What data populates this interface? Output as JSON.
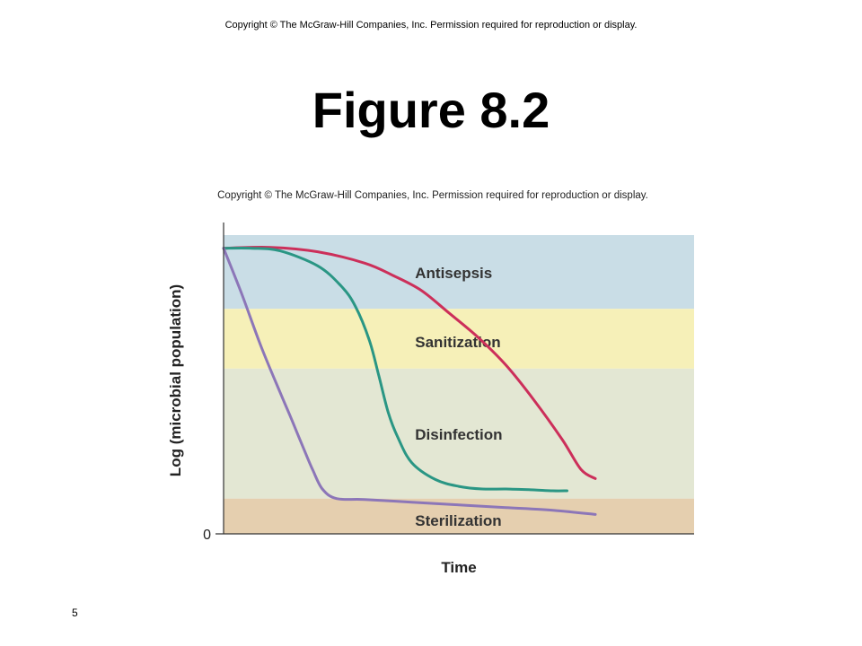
{
  "slide": {
    "copyright_top": "Copyright © The McGraw-Hill Companies, Inc. Permission required for reproduction or display.",
    "title": "Figure 8.2",
    "page_number": "5"
  },
  "chart_data": {
    "type": "line",
    "copyright": "Copyright © The McGraw-Hill Companies, Inc. Permission required for reproduction or display.",
    "xlabel": "Time",
    "ylabel": "Log (microbial population)",
    "xlim": [
      0,
      100
    ],
    "ylim": [
      0,
      100
    ],
    "y_ticks": [
      {
        "value": 0,
        "label": "0"
      }
    ],
    "grid": false,
    "legend": "none",
    "bands": [
      {
        "name": "Antisepsis",
        "y_range": [
          75.3,
          100
        ],
        "color": "#c9dde6",
        "label_x": 40.7
      },
      {
        "name": "Sanitization",
        "y_range": [
          55.3,
          75.3
        ],
        "color": "#f6f0b8",
        "label_x": 40.7
      },
      {
        "name": "Disinfection",
        "y_range": [
          11.8,
          55.3
        ],
        "color": "#e3e7d3",
        "label_x": 40.7
      },
      {
        "name": "Sterilization",
        "y_range": [
          0,
          11.8
        ],
        "color": "#e5cfaf",
        "label_x": 40.7
      }
    ],
    "series": [
      {
        "color": "#cc2f5a",
        "x": [
          0,
          10,
          20,
          30,
          36,
          42,
          48,
          54,
          60,
          66,
          72,
          76,
          79
        ],
        "y": [
          95.6,
          95.9,
          94.4,
          90.6,
          86.5,
          81.5,
          73.8,
          65.9,
          56.5,
          44.7,
          31.5,
          21.5,
          18.5
        ]
      },
      {
        "color": "#2a9684",
        "x": [
          0,
          6,
          12,
          20,
          25,
          28,
          31,
          33,
          35,
          37,
          40,
          45,
          50,
          55,
          60,
          66,
          70,
          73
        ],
        "y": [
          95.6,
          95.6,
          94.7,
          89.7,
          82.9,
          76.2,
          64.7,
          52.9,
          40.6,
          32.4,
          23.8,
          18.2,
          15.9,
          15.0,
          15.0,
          14.7,
          14.4,
          14.4
        ]
      },
      {
        "color": "#8c76b8",
        "x": [
          0,
          4,
          8,
          12,
          14,
          16,
          17.5,
          19,
          21,
          24,
          30,
          40,
          50,
          60,
          70,
          79
        ],
        "y": [
          95.6,
          79.7,
          62.6,
          47.4,
          40.0,
          32.4,
          26.7,
          21.2,
          15.0,
          11.8,
          11.5,
          10.6,
          9.7,
          8.8,
          7.9,
          6.5
        ]
      }
    ]
  }
}
